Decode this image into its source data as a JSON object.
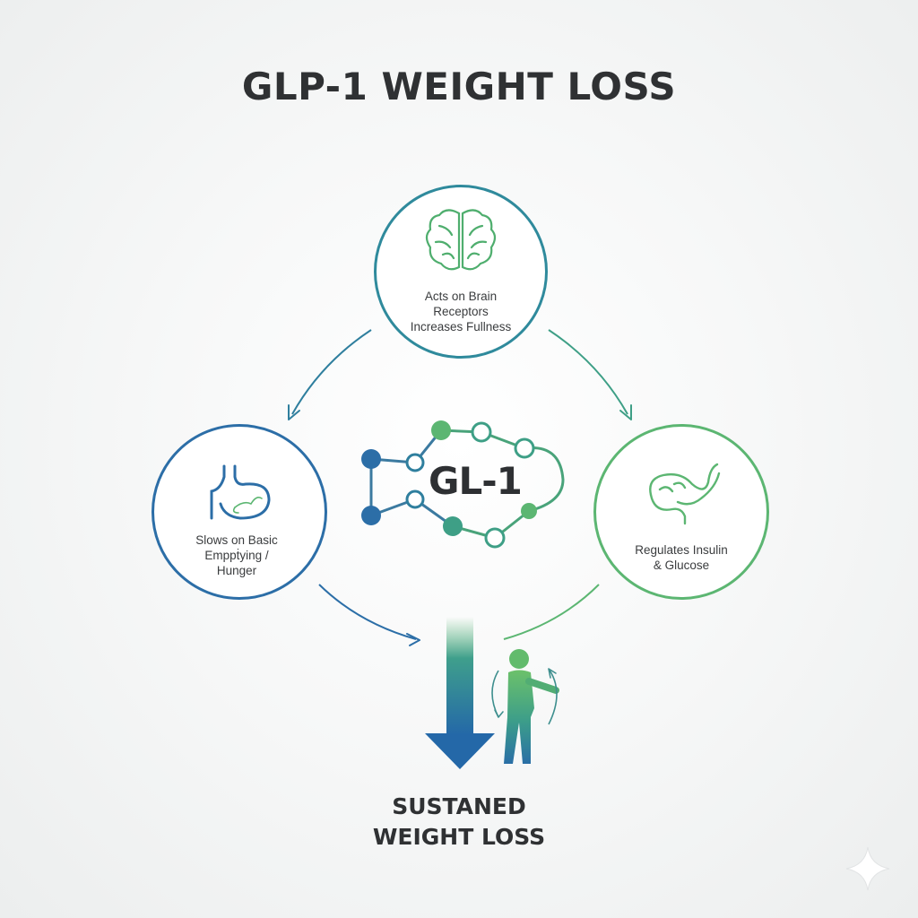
{
  "title": "GLP-1 WEIGHT LOSS",
  "center": {
    "label": "GL-1",
    "icon": "molecule-chain-icon"
  },
  "nodes": {
    "brain": {
      "icon": "brain-icon",
      "lines": [
        "Acts on Brain",
        "Receptors",
        "Increases Fullness"
      ]
    },
    "stomach": {
      "icon": "stomach-icon",
      "lines": [
        "Slows on Basic",
        "Emppṫying /",
        "Hunger"
      ]
    },
    "pancreas": {
      "icon": "pancreas-icon",
      "lines": [
        "Regulates Insulin",
        "& Glucose"
      ]
    }
  },
  "outcome": {
    "lines": [
      "SUSTANED",
      "WEIGHT LOSS"
    ],
    "icons": [
      "down-arrow-icon",
      "walking-person-icon"
    ]
  },
  "colors": {
    "blue": "#2c6ea7",
    "teal": "#2f8a9c",
    "green": "#5cb672",
    "text": "#2f3133"
  },
  "watermark_icon": "sparkle-icon"
}
